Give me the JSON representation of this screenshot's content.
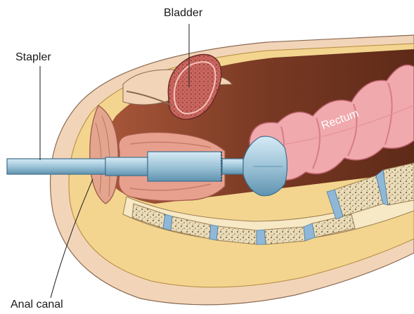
{
  "labels": {
    "bladder": "Bladder",
    "stapler": "Stapler",
    "rectum": "Rectum",
    "anal_canal": "Anal canal"
  },
  "colors": {
    "background": "#ffffff",
    "outer_skin": "#f2d4b8",
    "fat_layer": "#f3d58f",
    "pelvic_cavity": "#7a3a24",
    "bowel": "#f0a9ad",
    "bowel_dark": "#d77c86",
    "muscle": "#e8a08e",
    "bladder": "#c8665e",
    "bone": "#eee2c6",
    "disc": "#8fb8d8",
    "stapler": "#9ec4d8",
    "stapler_dark": "#4f88a8"
  }
}
